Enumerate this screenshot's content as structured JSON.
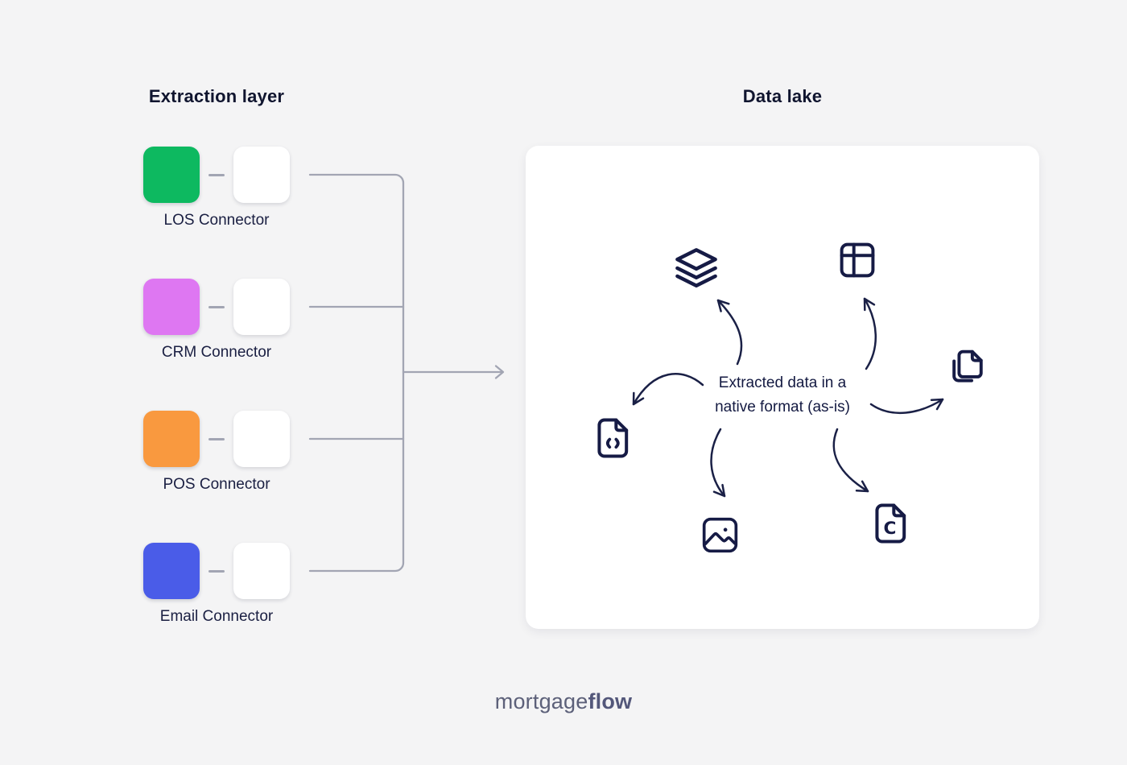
{
  "page": {
    "background_color": "#f4f4f5"
  },
  "extraction": {
    "title": "Extraction layer",
    "connectors": [
      {
        "label": "LOS Connector",
        "color": "#0db960"
      },
      {
        "label": "CRM Connector",
        "color": "#de77f2"
      },
      {
        "label": "POS Connector",
        "color": "#f9993f"
      },
      {
        "label": "Email Connector",
        "color": "#4a5ce8"
      }
    ]
  },
  "data_lake": {
    "title": "Data lake",
    "caption": {
      "line1": "Extracted data in a",
      "line2": "native format (as-is)"
    },
    "format_icons": [
      "stack-icon",
      "table-icon",
      "copy-icon",
      "file-code-icon",
      "image-icon",
      "file-c-icon"
    ],
    "file_c_letter": "C"
  },
  "logo": {
    "text_regular": "mortgage",
    "text_bold": "flow"
  },
  "colors": {
    "ink": "#161b45",
    "line_gray": "#a2a5b3",
    "card_background": "#ffffff",
    "logo_text": "#5c6079"
  }
}
